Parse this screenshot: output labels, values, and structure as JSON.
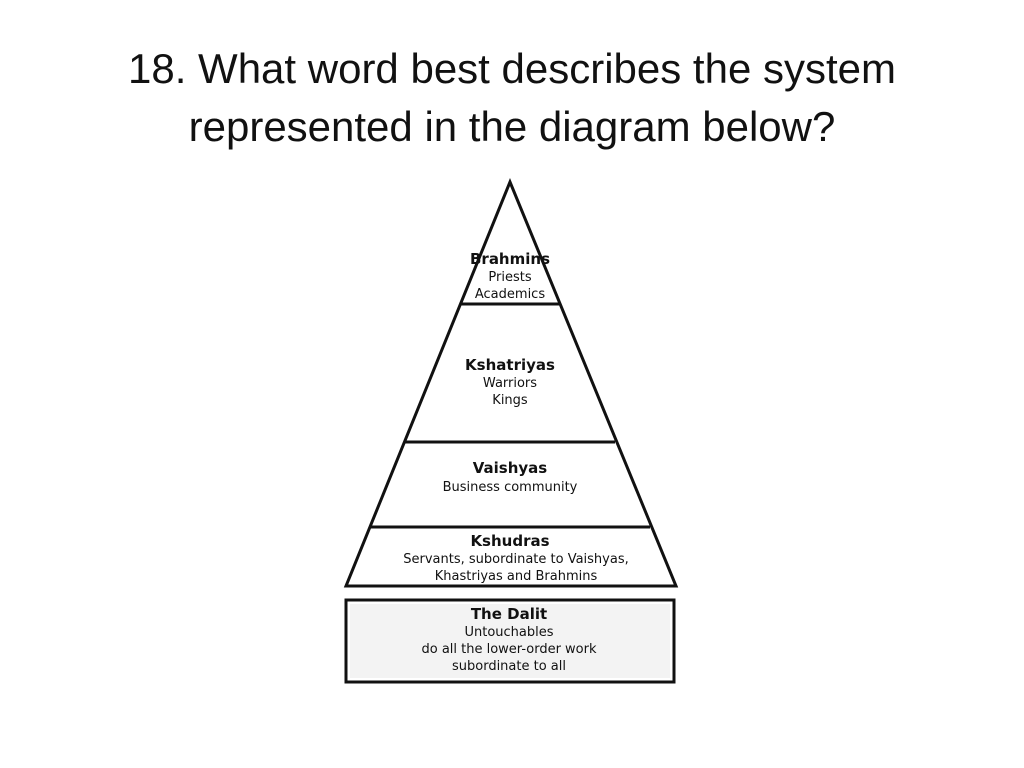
{
  "slide": {
    "title_line1": "18. What word best describes the system",
    "title_line2": "represented in the diagram below?"
  },
  "diagram": {
    "tiers": [
      {
        "name": "Brahmins",
        "lines": [
          "Priests",
          "Academics"
        ]
      },
      {
        "name": "Kshatriyas",
        "lines": [
          "Warriors",
          "Kings"
        ]
      },
      {
        "name": "Vaishyas",
        "lines": [
          "Business community"
        ]
      },
      {
        "name": "Kshudras",
        "lines": [
          "Servants, subordinate to Vaishyas,",
          "Khastriyas and Brahmins"
        ]
      }
    ],
    "base": {
      "name": "The Dalit",
      "lines": [
        "Untouchables",
        "do all the lower-order work",
        "subordinate to all"
      ]
    }
  }
}
